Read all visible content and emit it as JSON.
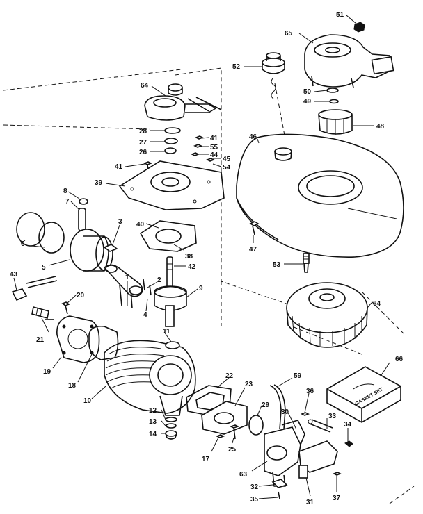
{
  "callouts": [
    {
      "id": "c51",
      "label": "51"
    },
    {
      "id": "c65",
      "label": "65"
    },
    {
      "id": "c52",
      "label": "52"
    },
    {
      "id": "c50",
      "label": "50"
    },
    {
      "id": "c49",
      "label": "49"
    },
    {
      "id": "c48",
      "label": "48"
    },
    {
      "id": "c46",
      "label": "46"
    },
    {
      "id": "c64a",
      "label": "64"
    },
    {
      "id": "c28",
      "label": "28"
    },
    {
      "id": "c27",
      "label": "27"
    },
    {
      "id": "c26",
      "label": "26"
    },
    {
      "id": "c41a",
      "label": "41"
    },
    {
      "id": "c55",
      "label": "55"
    },
    {
      "id": "c44",
      "label": "44"
    },
    {
      "id": "c45",
      "label": "45"
    },
    {
      "id": "c54",
      "label": "54"
    },
    {
      "id": "c41b",
      "label": "41"
    },
    {
      "id": "c39",
      "label": "39"
    },
    {
      "id": "c8",
      "label": "8"
    },
    {
      "id": "c7",
      "label": "7"
    },
    {
      "id": "c3",
      "label": "3"
    },
    {
      "id": "c40",
      "label": "40"
    },
    {
      "id": "c38",
      "label": "38"
    },
    {
      "id": "c47",
      "label": "47"
    },
    {
      "id": "c6",
      "label": "6"
    },
    {
      "id": "c5",
      "label": "5"
    },
    {
      "id": "c42",
      "label": "42"
    },
    {
      "id": "c53",
      "label": "53"
    },
    {
      "id": "c43",
      "label": "43"
    },
    {
      "id": "c1",
      "label": "1"
    },
    {
      "id": "c2",
      "label": "2"
    },
    {
      "id": "c4",
      "label": "4"
    },
    {
      "id": "c9",
      "label": "9"
    },
    {
      "id": "c20",
      "label": "20"
    },
    {
      "id": "c64b",
      "label": "64"
    },
    {
      "id": "c21",
      "label": "21"
    },
    {
      "id": "c11",
      "label": "11"
    },
    {
      "id": "c19",
      "label": "19"
    },
    {
      "id": "c18",
      "label": "18"
    },
    {
      "id": "c66",
      "label": "66"
    },
    {
      "id": "c10",
      "label": "10"
    },
    {
      "id": "c22",
      "label": "22"
    },
    {
      "id": "c59",
      "label": "59"
    },
    {
      "id": "c23",
      "label": "23"
    },
    {
      "id": "c36",
      "label": "36"
    },
    {
      "id": "c29",
      "label": "29"
    },
    {
      "id": "c30",
      "label": "30"
    },
    {
      "id": "c33",
      "label": "33"
    },
    {
      "id": "c12",
      "label": "12"
    },
    {
      "id": "c13",
      "label": "13"
    },
    {
      "id": "c34",
      "label": "34"
    },
    {
      "id": "c14",
      "label": "14"
    },
    {
      "id": "c25",
      "label": "25"
    },
    {
      "id": "c17",
      "label": "17"
    },
    {
      "id": "c63",
      "label": "63"
    },
    {
      "id": "c32",
      "label": "32"
    },
    {
      "id": "c35",
      "label": "35"
    },
    {
      "id": "c31",
      "label": "31"
    },
    {
      "id": "c37",
      "label": "37"
    }
  ],
  "gasket_set": {
    "label": "GASKET SET"
  }
}
